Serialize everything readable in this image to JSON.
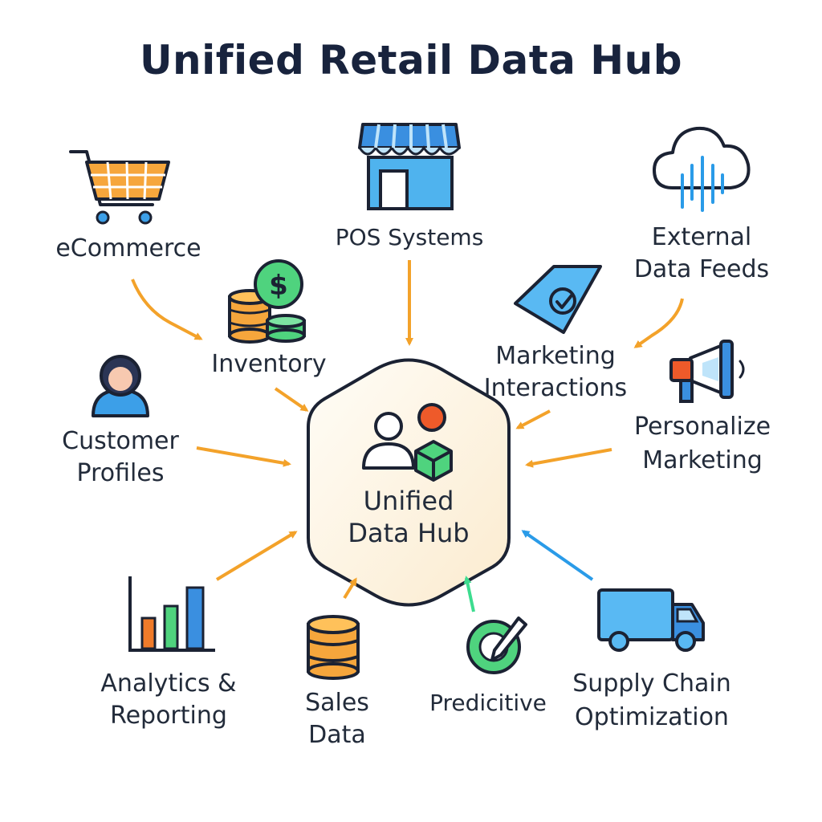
{
  "title": "Unified Retail Data Hub",
  "hub": {
    "line1": "Unified",
    "line2": "Data Hub"
  },
  "nodes": {
    "ecommerce": {
      "label": "eCommerce",
      "icon": "shopping-cart-icon"
    },
    "pos": {
      "label": "POS Systems",
      "icon": "storefront-icon"
    },
    "external": {
      "line1": "External",
      "line2": "Data Feeds",
      "icon": "cloud-data-icon"
    },
    "inventory": {
      "label": "Inventory",
      "icon": "coins-dollar-icon"
    },
    "marketing": {
      "line1": "Marketing",
      "line2": "Interactions",
      "icon": "tag-check-icon"
    },
    "customer": {
      "line1": "Customer",
      "line2": "Profiles",
      "icon": "user-avatar-icon"
    },
    "personalize": {
      "line1": "Personalize",
      "line2": "Marketing",
      "icon": "megaphone-icon"
    },
    "analytics": {
      "line1": "Analytics &",
      "line2": "Reporting",
      "icon": "bar-chart-icon"
    },
    "sales": {
      "line1": "Sales",
      "line2": "Data",
      "icon": "database-icon"
    },
    "predictive": {
      "label": "Predicitive",
      "icon": "target-pen-icon"
    },
    "supply": {
      "line1": "Supply Chain",
      "line2": "Optimization",
      "icon": "delivery-truck-icon"
    }
  },
  "colors": {
    "arrow_orange": "#f3a22a",
    "arrow_blue": "#2a9be8",
    "arrow_green": "#3ddc8f",
    "hub_fill": "#fdf3e0",
    "outline": "#1b2233"
  }
}
